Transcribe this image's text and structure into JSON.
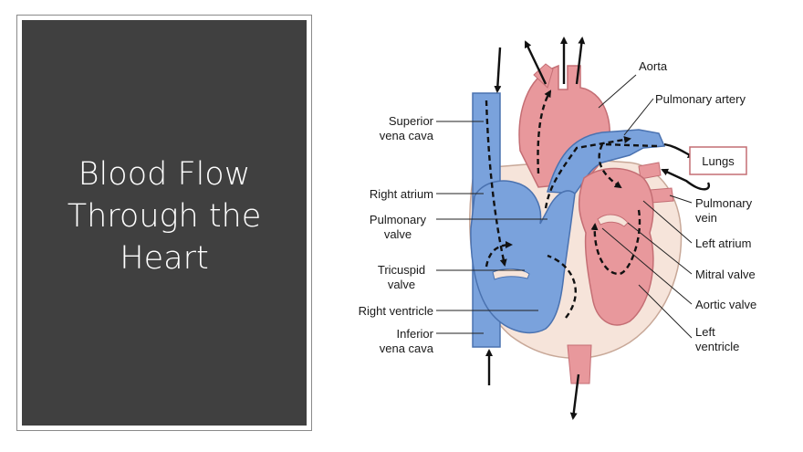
{
  "slide": {
    "title_lines": [
      "Blood Flow",
      "Through the",
      "Heart"
    ]
  },
  "diagram": {
    "labels": {
      "superior_vena_cava": [
        "Superior",
        "vena cava"
      ],
      "right_atrium": [
        "Right atrium"
      ],
      "pulmonary_valve": [
        "Pulmonary",
        "valve"
      ],
      "tricuspid_valve": [
        "Tricuspid",
        "valve"
      ],
      "right_ventricle": [
        "Right ventricle"
      ],
      "inferior_vena_cava": [
        "Inferior",
        "vena cava"
      ],
      "aorta": [
        "Aorta"
      ],
      "pulmonary_artery": [
        "Pulmonary artery"
      ],
      "lungs": [
        "Lungs"
      ],
      "pulmonary_vein": [
        "Pulmonary",
        "vein"
      ],
      "left_atrium": [
        "Left atrium"
      ],
      "mitral_valve": [
        "Mitral valve"
      ],
      "aortic_valve": [
        "Aortic valve"
      ],
      "left_ventricle": [
        "Left",
        "ventricle"
      ]
    },
    "colors": {
      "deoxygenated": "#7aa2dc",
      "oxygenated": "#e8989c",
      "muscle": "#f6e4da"
    }
  }
}
